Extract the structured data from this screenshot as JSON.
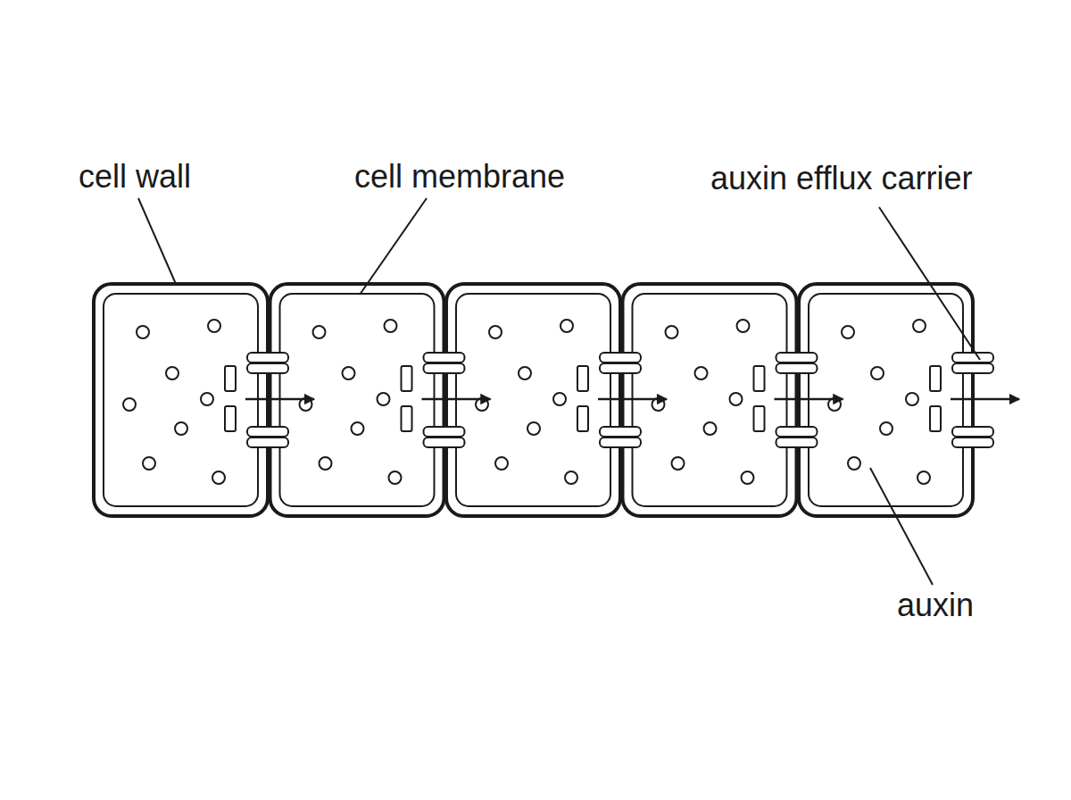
{
  "diagram": {
    "labels": [
      "cell wall",
      "cell membrane",
      "auxin efflux carrier",
      "auxin"
    ]
  }
}
